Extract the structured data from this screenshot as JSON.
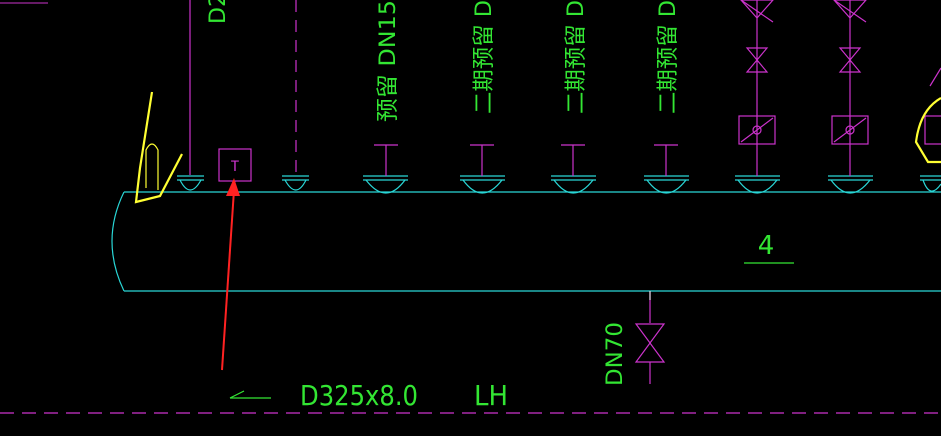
{
  "drawing": {
    "vertical_labels": {
      "top_partial": "D2",
      "dn15": "预留 DN15",
      "reserve_a": "二期预留 D",
      "reserve_b": "二期预留 D",
      "reserve_c": "二期预留 D"
    },
    "drain_label": "DN70",
    "header_spec": "D325x8.0",
    "header_code": "LH",
    "item_number": "4",
    "instrument_tag": "T"
  },
  "colors": {
    "background": "#000000",
    "header_pipe": "#29d6d6",
    "branch_lines": "#cc33cc",
    "text": "#33e633",
    "callout": "#ffff33",
    "arrow": "#ff2222",
    "dashed_line": "#cc33cc"
  }
}
